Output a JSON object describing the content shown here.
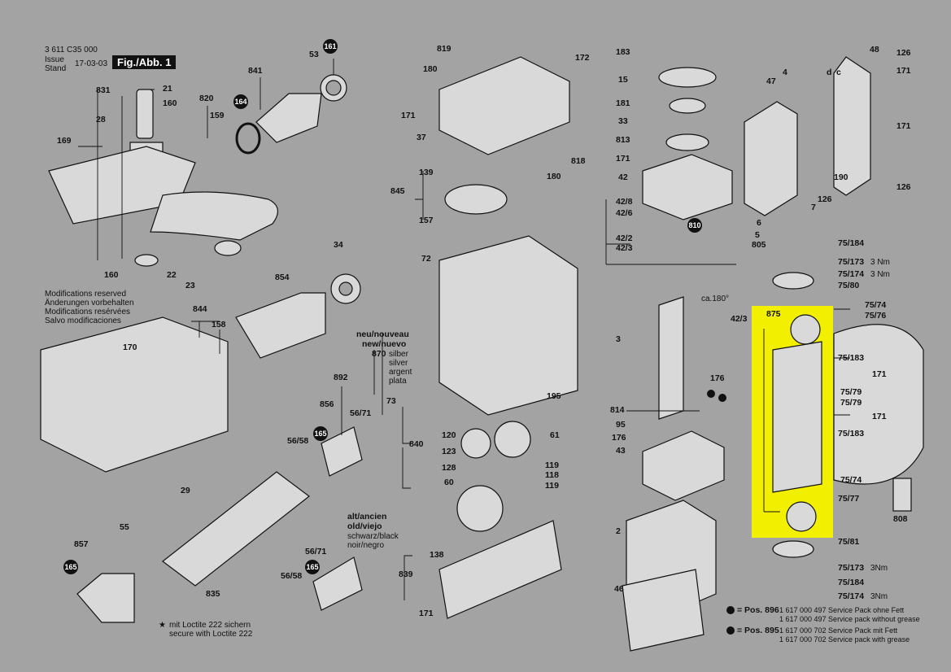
{
  "header": {
    "model_number": "3 611 C35 000",
    "issue_label": "Issue\nStand",
    "date": "17-03-03",
    "figure": "Fig./Abb. 1"
  },
  "notes": {
    "modifications": [
      "Modifications reserved",
      "Änderungen vorbehalten",
      "Modifications resérvées",
      "Salvo modificaciones"
    ],
    "version_new": [
      "neu/nouveau",
      "new/nuevo"
    ],
    "color_870": "870",
    "silver": [
      "silber",
      "silver",
      "argent",
      "plata"
    ],
    "version_old": [
      "alt/ancien",
      "old/viejo"
    ],
    "black": [
      "schwarz/black",
      "noir/negro"
    ],
    "loctite": [
      "mit Loctite 222 sichern",
      "secure with Loctite 222"
    ],
    "rotation": "ca.180°"
  },
  "badges": [
    "161",
    "164",
    "165",
    "165",
    "165",
    "810"
  ],
  "torques": {
    "t1": "3 Nm",
    "t2": "3 Nm",
    "t3": "3Nm",
    "t4": "3Nm"
  },
  "service_packs": [
    {
      "pos": "= Pos. 896",
      "line1": "1 617 000 497 Service Pack ohne Fett",
      "line2": "1 617 000 497 Service pack without grease"
    },
    {
      "pos": "= Pos. 895",
      "line1": "1 617 000 702 Service Pack mit Fett",
      "line2": "1 617 000 702 Service pack with grease"
    }
  ],
  "labels": {
    "p53": "53",
    "p841": "841",
    "p21": "21",
    "p160a": "160",
    "p831": "831",
    "p820": "820",
    "p28": "28",
    "p159": "159",
    "p169": "169",
    "p160b": "160",
    "p22": "22",
    "p23": "23",
    "p34": "34",
    "p854": "854",
    "p844": "844",
    "p158": "158",
    "p170": "170",
    "p892": "892",
    "p856": "856",
    "p73": "73",
    "p5671a": "56/71",
    "p5658a": "56/58",
    "p29": "29",
    "p857": "857",
    "p55": "55",
    "p835": "835",
    "p5671b": "56/71",
    "p5658b": "56/58",
    "p819": "819",
    "p180a": "180",
    "p172": "172",
    "p171a": "171",
    "p37": "37",
    "p818": "818",
    "p180b": "180",
    "p139": "139",
    "p845": "845",
    "p157": "157",
    "p72": "72",
    "p195": "195",
    "p120": "120",
    "p840": "840",
    "p123": "123",
    "p128": "128",
    "p61": "61",
    "p119a": "119",
    "p118": "118",
    "p119b": "119",
    "p60": "60",
    "p138": "138",
    "p839": "839",
    "p171b": "171",
    "p183a": "183",
    "p15": "15",
    "p181": "181",
    "p33": "33",
    "p813": "813",
    "p171c": "171",
    "p42": "42",
    "p428": "42/8",
    "p426": "42/6",
    "p422": "42/2",
    "p423a": "42/3",
    "p423b": "42/3",
    "p3": "3",
    "p176a": "176",
    "p814": "814",
    "p95": "95",
    "p176b": "176",
    "p43": "43",
    "p2": "2",
    "p46": "46",
    "p48": "48",
    "p126a": "126",
    "p47": "47",
    "p4": "4",
    "pd": "d",
    "pc": "c",
    "p171d": "171",
    "p171e": "171",
    "p190": "190",
    "p126b": "126",
    "p126c": "126",
    "p7": "7",
    "p6": "6",
    "p5": "5",
    "p805": "805",
    "p75184a": "75/184",
    "p75173a": "75/173",
    "p75174a": "75/174",
    "p7580": "75/80",
    "p875": "875",
    "p7574a": "75/74",
    "p7576": "75/76",
    "p75183a": "75/183",
    "p171f": "171",
    "p7579a": "75/79",
    "p7579b": "75/79",
    "p171g": "171",
    "p75183b": "75/183",
    "p7574b": "75/74",
    "p7577": "75/77",
    "p808": "808",
    "p7581": "75/81",
    "p75173b": "75/173",
    "p75184b": "75/184",
    "p75174b": "75/174"
  }
}
